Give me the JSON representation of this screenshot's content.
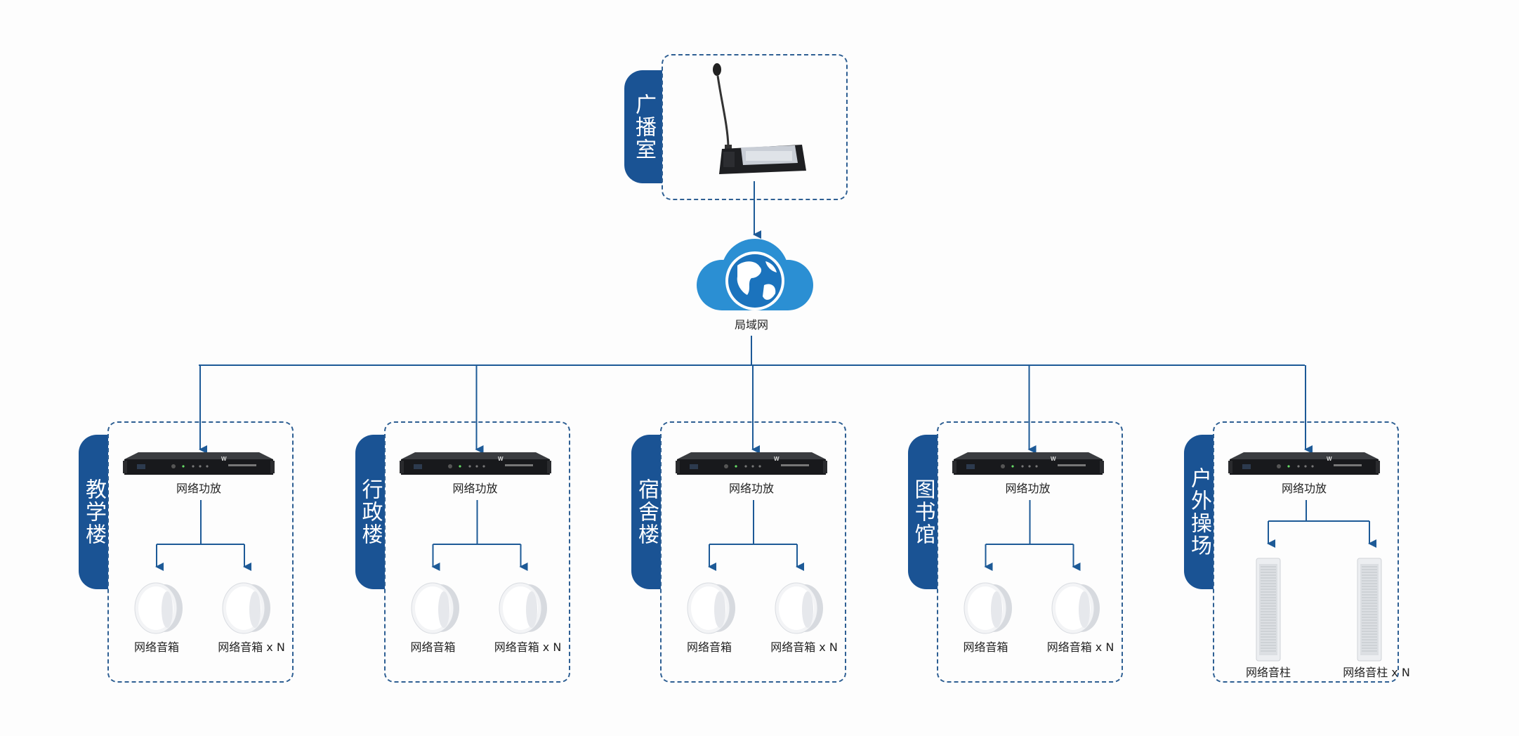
{
  "colors": {
    "accent": "#1a5394",
    "line": "#1d5a97",
    "cloud": "#2b8fd3"
  },
  "control_room": {
    "tab": "广播室",
    "device_icon": "paging-microphone-console-icon"
  },
  "network": {
    "label": "局域网",
    "icon": "globe-cloud-icon"
  },
  "zones": [
    {
      "tab": "教学楼",
      "amp_label": "网络功放",
      "out1": "网络音箱",
      "out2": "网络音箱 x N",
      "device": "ceiling-speaker"
    },
    {
      "tab": "行政楼",
      "amp_label": "网络功放",
      "out1": "网络音箱",
      "out2": "网络音箱 x N",
      "device": "ceiling-speaker"
    },
    {
      "tab": "宿舍楼",
      "amp_label": "网络功放",
      "out1": "网络音箱",
      "out2": "网络音箱 x N",
      "device": "ceiling-speaker"
    },
    {
      "tab": "图书馆",
      "amp_label": "网络功放",
      "out1": "网络音箱",
      "out2": "网络音箱 x N",
      "device": "ceiling-speaker"
    },
    {
      "tab": "户外操场",
      "amp_label": "网络功放",
      "out1": "网络音柱",
      "out2": "网络音柱 x N",
      "device": "column-speaker"
    }
  ]
}
